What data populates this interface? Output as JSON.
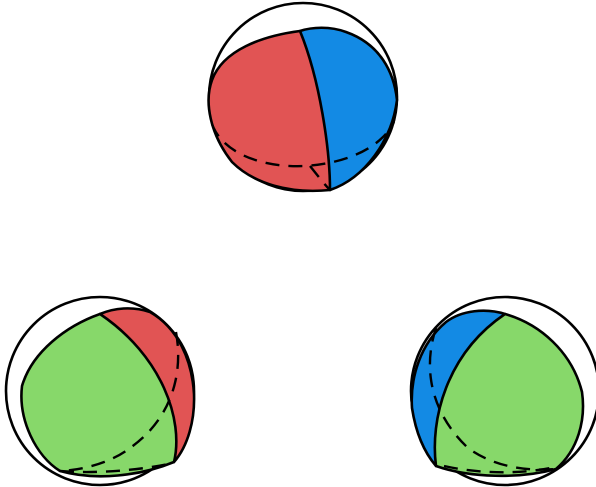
{
  "diagram": {
    "colors": {
      "red": "#e15454",
      "blue": "#138ae4",
      "green": "#87d86a",
      "outline": "#000000",
      "background": "#ffffff"
    },
    "spheres": [
      {
        "id": "top",
        "regions": [
          "red",
          "blue"
        ]
      },
      {
        "id": "bottom-left",
        "regions": [
          "green",
          "red"
        ]
      },
      {
        "id": "bottom-right",
        "regions": [
          "blue",
          "green"
        ]
      }
    ]
  }
}
